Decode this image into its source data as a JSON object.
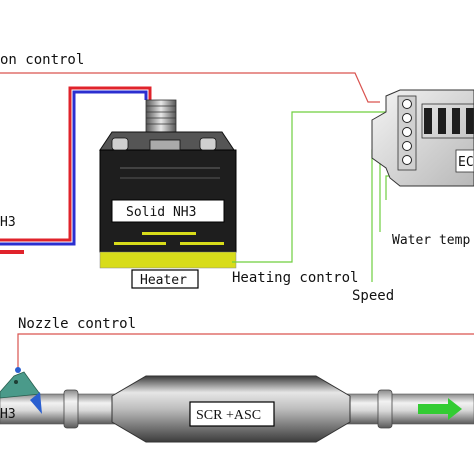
{
  "labels": {
    "injection_control": "on control",
    "nh3_left": "H3",
    "solid_nh3": "Solid NH3",
    "heater": "Heater",
    "heating_control": "Heating control",
    "speed": "Speed",
    "water_temp": "Water temp",
    "ecu": "EC",
    "nozzle_control": "Nozzle control",
    "nh3_nozzle": "H3",
    "scr_asc": "SCR +ASC"
  },
  "colors": {
    "signal_line_red": "#d9534f",
    "signal_line_green": "#6fcf3f",
    "pipe_red": "#e0232b",
    "pipe_blue": "#2b2fd0",
    "heater_yellow": "#d8dc1a",
    "tank_black": "#1e1e1e",
    "arrow_green": "#33cc33",
    "nozzle_teal": "#4a9a8a",
    "nozzle_blue": "#2a5fd0"
  }
}
